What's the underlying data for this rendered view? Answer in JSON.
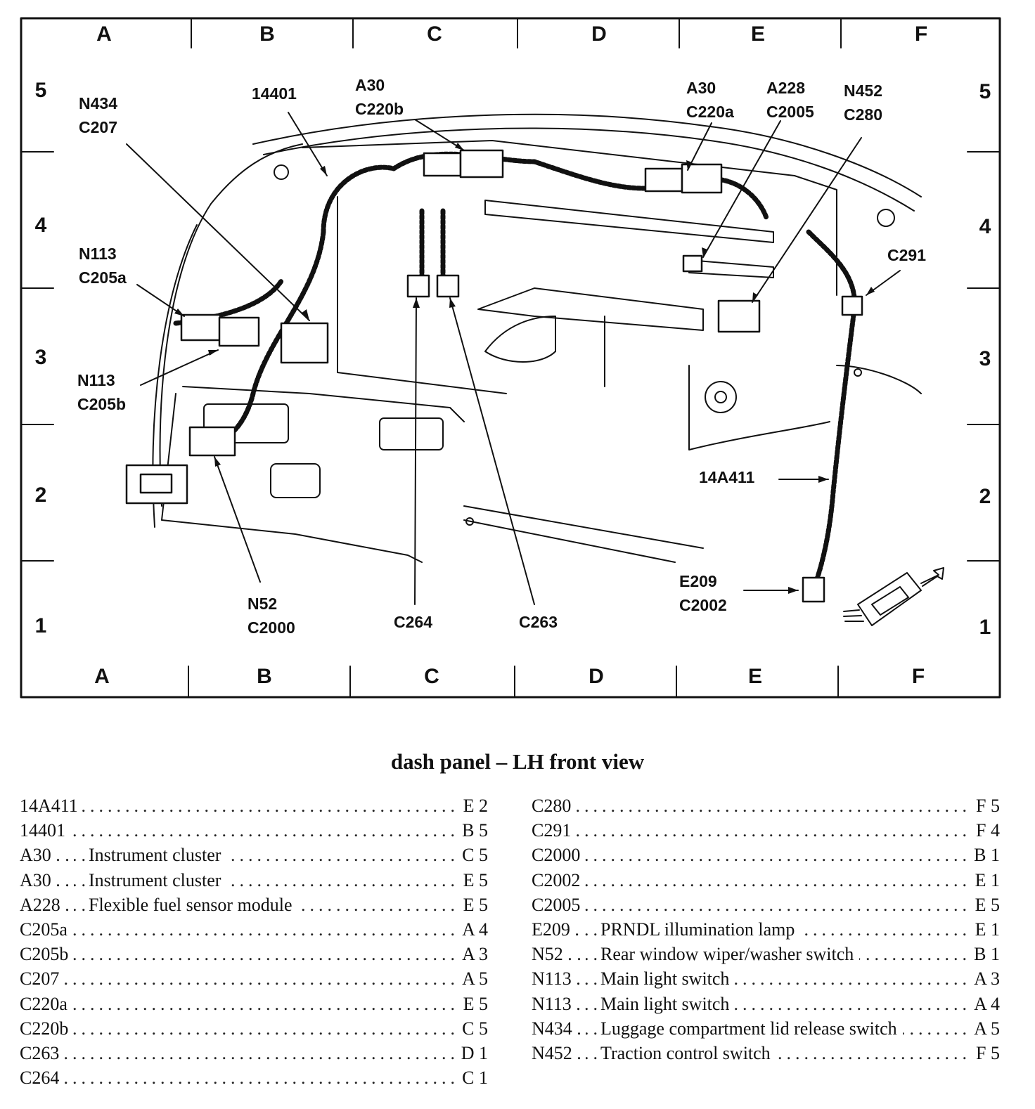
{
  "grid": {
    "columns": [
      "A",
      "B",
      "C",
      "D",
      "E",
      "F"
    ],
    "rows": [
      "5",
      "4",
      "3",
      "2",
      "1"
    ]
  },
  "callouts": {
    "n434_c207": [
      "N434",
      "C207"
    ],
    "c14401": [
      "14401"
    ],
    "a30_c220b": [
      "A30",
      "C220b"
    ],
    "a30_c220a": [
      "A30",
      "C220a"
    ],
    "a228_c2005": [
      "A228",
      "C2005"
    ],
    "n452_c280": [
      "N452",
      "C280"
    ],
    "c291": [
      "C291"
    ],
    "n113_c205a": [
      "N113",
      "C205a"
    ],
    "n113_c205b": [
      "N113",
      "C205b"
    ],
    "c14a411": [
      "14A411"
    ],
    "e209_c2002": [
      "E209",
      "C2002"
    ],
    "n52_c2000": [
      "N52",
      "C2000"
    ],
    "c264": [
      "C264"
    ],
    "c263": [
      "C263"
    ]
  },
  "caption": "dash panel – LH front view",
  "legend": {
    "left": [
      {
        "code": "14A411",
        "desc": "",
        "loc": "E 2"
      },
      {
        "code": "14401",
        "desc": "",
        "loc": "B 5"
      },
      {
        "code": "A30 . .",
        "desc": "Instrument cluster",
        "loc": "C 5"
      },
      {
        "code": "A30 . .",
        "desc": "Instrument cluster",
        "loc": "E 5"
      },
      {
        "code": "A228 .",
        "desc": "Flexible fuel sensor module",
        "loc": "E 5"
      },
      {
        "code": "C205a",
        "desc": "",
        "loc": "A 4"
      },
      {
        "code": "C205b",
        "desc": "",
        "loc": "A 3"
      },
      {
        "code": "C207",
        "desc": "",
        "loc": "A 5"
      },
      {
        "code": "C220a",
        "desc": "",
        "loc": "E 5"
      },
      {
        "code": "C220b",
        "desc": "",
        "loc": "C 5"
      },
      {
        "code": "C263",
        "desc": "",
        "loc": "D 1"
      },
      {
        "code": "C264",
        "desc": "",
        "loc": "C 1"
      }
    ],
    "right": [
      {
        "code": "C280",
        "desc": "",
        "loc": "F 5"
      },
      {
        "code": "C291",
        "desc": "",
        "loc": "F 4"
      },
      {
        "code": "C2000",
        "desc": "",
        "loc": "B 1"
      },
      {
        "code": "C2002",
        "desc": "",
        "loc": "E 1"
      },
      {
        "code": "C2005",
        "desc": "",
        "loc": "E 5"
      },
      {
        "code": "E209 .",
        "desc": "PRNDL illumination lamp",
        "loc": "E 1"
      },
      {
        "code": "N52 . .",
        "desc": "Rear window wiper/washer switch",
        "loc": "B 1"
      },
      {
        "code": "N113 .",
        "desc": "Main light switch",
        "loc": "A 3"
      },
      {
        "code": "N113 .",
        "desc": "Main light switch",
        "loc": "A 4"
      },
      {
        "code": "N434 .",
        "desc": "Luggage compartment lid release switch",
        "loc": "A 5"
      },
      {
        "code": "N452 .",
        "desc": "Traction control switch",
        "loc": "F 5"
      }
    ]
  }
}
